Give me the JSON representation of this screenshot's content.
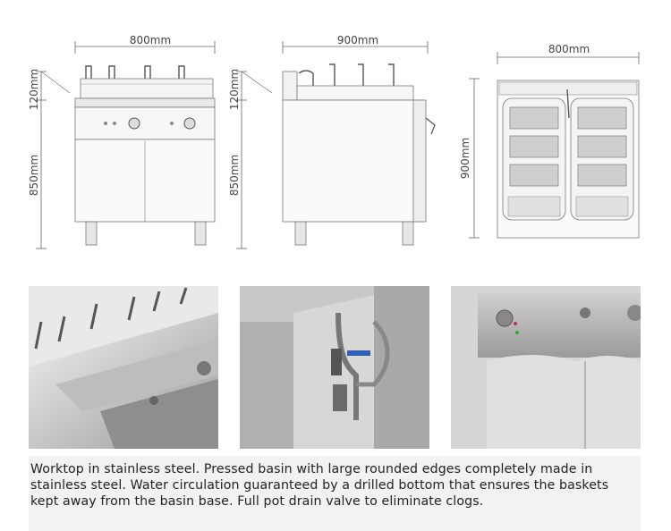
{
  "dimensions": {
    "front_width": "800mm",
    "front_top_height": "120mm",
    "front_body_height": "850mm",
    "side_depth": "900mm",
    "side_top_height": "120mm",
    "side_body_height": "850mm",
    "top_width": "800mm",
    "top_depth": "900mm"
  },
  "photos": [
    {
      "name": "photo-baskets-closeup"
    },
    {
      "name": "photo-drain-valve-closeup"
    },
    {
      "name": "photo-control-panel-closeup"
    }
  ],
  "caption": "Worktop in stainless steel. Pressed basin with large rounded edges completely made in stainless steel. Water circulation guaranteed by a drilled bottom that ensures the baskets kept away from the basin base. Full pot drain valve to eliminate clogs."
}
